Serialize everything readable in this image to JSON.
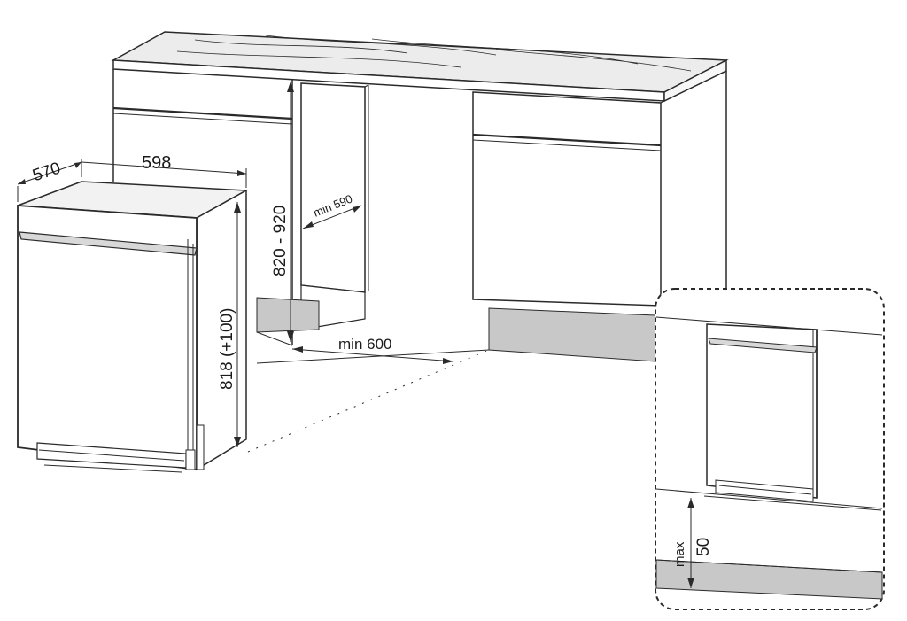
{
  "dimensions": {
    "depth": "570",
    "width": "598",
    "height": "818 (+100)",
    "niche_height": "820 - 920",
    "niche_depth": "min 590",
    "niche_width": "min 600",
    "plinth_max": "max",
    "plinth_value": "50"
  },
  "colors": {
    "line": "#2a2a2a",
    "plinth": "#c8c8c8",
    "dashed_frame": "#2a2a2a"
  }
}
